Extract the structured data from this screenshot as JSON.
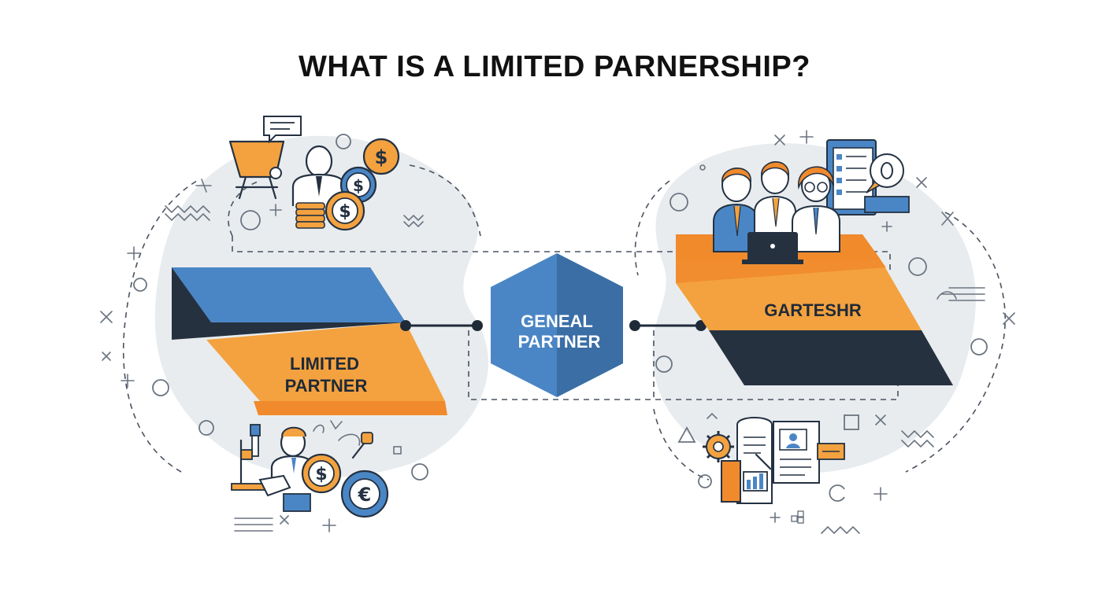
{
  "title": "WHAT IS A LIMITED PARNERSHIP?",
  "left_block": {
    "line1": "LIMITED",
    "line2": "PARTNER"
  },
  "center_hex": {
    "line1": "GENEAL",
    "line2": "PARTNER"
  },
  "right_block": {
    "label": "GARTESHR"
  },
  "colors": {
    "blue": "#4a86c5",
    "dark_blue": "#3a6ea5",
    "orange": "#f3a23f",
    "deep_orange": "#f08a2c",
    "navy": "#26313f",
    "blob": "#e8ecef"
  },
  "icons": {
    "top_left": [
      "easel-icon",
      "chat-bubble-icon",
      "businessman-icon",
      "dollar-coin-icon",
      "coin-stack-icon"
    ],
    "bottom_left": [
      "microscope-icon",
      "worker-icon",
      "dollar-coin-icon",
      "euro-coin-icon"
    ],
    "top_right": [
      "team-people-icon",
      "laptop-icon",
      "checklist-document-icon",
      "speech-bubble-icon"
    ],
    "bottom_right": [
      "gear-icon",
      "contract-document-icon",
      "id-card-icon",
      "chart-icon"
    ]
  }
}
